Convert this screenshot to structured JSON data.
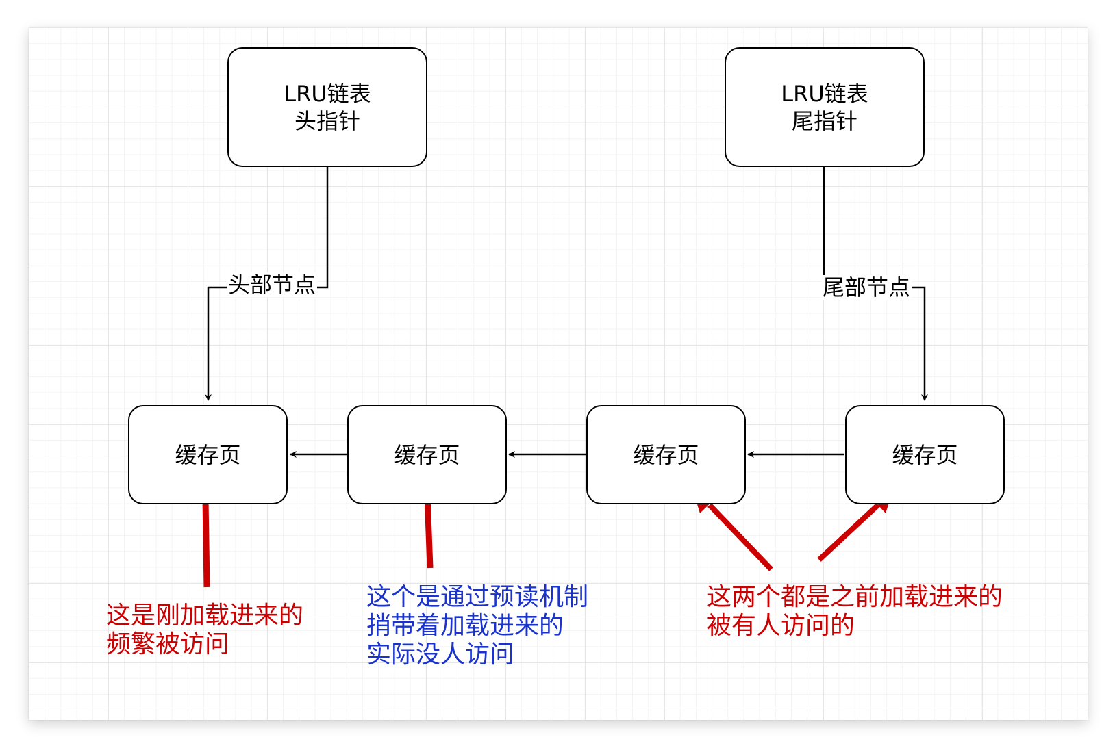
{
  "head_pointer": {
    "line1": "LRU链表",
    "line2": "头指针"
  },
  "tail_pointer": {
    "line1": "LRU链表",
    "line2": "尾指针"
  },
  "edge_labels": {
    "head_node": "头部节点",
    "tail_node": "尾部节点"
  },
  "pages": [
    {
      "label": "缓存页"
    },
    {
      "label": "缓存页"
    },
    {
      "label": "缓存页"
    },
    {
      "label": "缓存页"
    }
  ],
  "notes": {
    "first": {
      "lines": [
        "这是刚加载进来的",
        "频繁被访问"
      ],
      "color": "#cc0000"
    },
    "second": {
      "lines": [
        "这个是通过预读机制",
        "捎带着加载进来的",
        "实际没人访问"
      ],
      "color": "#1a33cc"
    },
    "third": {
      "lines": [
        "这两个都是之前加载进来的",
        "被有人访问的"
      ],
      "color": "#cc0000"
    }
  },
  "colors": {
    "line": "#000000",
    "annotation_arrow": "#cc0000"
  }
}
